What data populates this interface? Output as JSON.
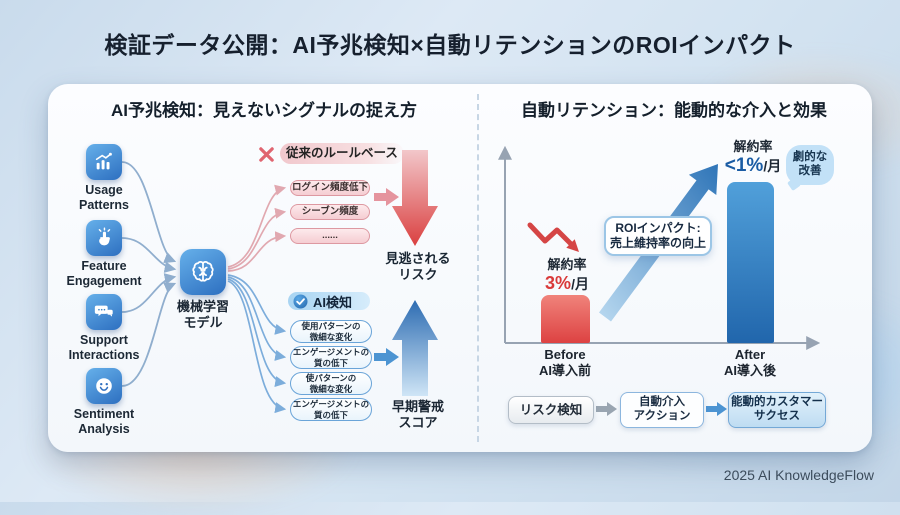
{
  "title": "検証データ公開：AI予兆検知×自動リテンションのROIインパクト",
  "footer": "2025 AI KnowledgeFlow",
  "colors": {
    "accent_red": "#d94343",
    "accent_blue": "#2e75b6",
    "pink_light": "#f5cdd2",
    "blue_light": "#c2e1f7"
  },
  "left_panel": {
    "header": "AI予兆検知：見えないシグナルの捉え方",
    "sources": [
      {
        "label": "Usage\nPatterns",
        "icon": "bar-chart-trend-icon"
      },
      {
        "label": "Feature\nEngagement",
        "icon": "tap-finger-icon"
      },
      {
        "label": "Support\nInteractions",
        "icon": "chat-bubbles-icon"
      },
      {
        "label": "Sentiment\nAnalysis",
        "icon": "smiley-face-icon"
      }
    ],
    "model": {
      "label": "機械学習\nモデル",
      "icon": "brain-icon"
    },
    "rule_based": {
      "icon": "x-mark-icon",
      "header": "従来のルールベース",
      "items": [
        "ログイン頻度低下",
        "シーブン頻度",
        "......"
      ],
      "result": "見逃される\nリスク"
    },
    "ai_detection": {
      "icon": "check-circle-icon",
      "header": "AI検知",
      "items": [
        "使用パターンの\n微細な変化",
        "エンゲージメントの\n質の低下",
        "使パターンの\n微細な変化",
        "エンゲージメントの\n質の低下"
      ],
      "result": "早期警戒\nスコア"
    }
  },
  "right_panel": {
    "header": "自動リテンション：能動的な介入と効果",
    "before": {
      "metric": "解約率",
      "value": "3%",
      "unit": "/月",
      "axis_label": "Before\nAI導入前"
    },
    "after": {
      "metric": "解約率",
      "value": "<1%",
      "unit": "/月",
      "axis_label": "After\nAI導入後"
    },
    "roi_note": "ROIインパクト:\n売上維持率の向上",
    "badge": "劇的な\n改善",
    "flow": [
      "リスク検知",
      "自動介入\nアクション",
      "能動的カスタマー\nサクセス"
    ]
  },
  "chart_data": {
    "type": "bar",
    "categories": [
      "Before AI導入前",
      "After AI導入後"
    ],
    "series": [
      {
        "name": "解約率 (%/月)",
        "values": [
          3,
          1
        ]
      }
    ],
    "value_labels": [
      "解約率 3%/月",
      "解約率 <1%/月"
    ],
    "annotations": [
      "ROIインパクト: 売上維持率の向上",
      "劇的な改善"
    ],
    "legend": false,
    "grid": false
  }
}
